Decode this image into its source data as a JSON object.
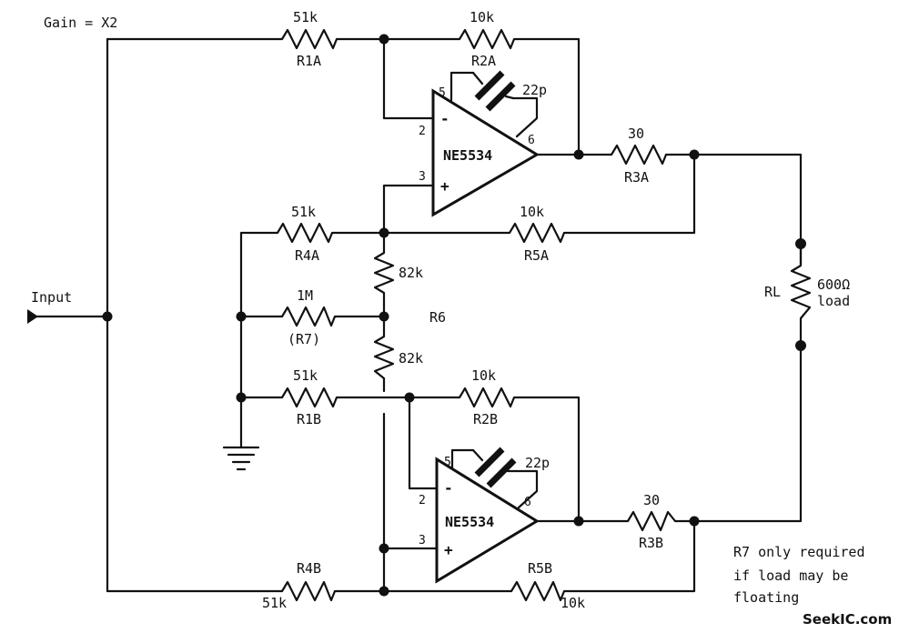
{
  "gain_label": "Gain = X2",
  "input_label": "Input",
  "opamp_a": {
    "name": "NE5534",
    "pin_5": "5",
    "pin_2": "2",
    "pin_3": "3",
    "pin_6": "6",
    "minus": "-",
    "plus": "+"
  },
  "opamp_b": {
    "name": "NE5534",
    "pin_5": "5",
    "pin_2": "2",
    "pin_3": "3",
    "pin_6": "6",
    "minus": "-",
    "plus": "+"
  },
  "r1a": {
    "value": "51k",
    "name": "R1A"
  },
  "r2a": {
    "value": "10k",
    "name": "R2A"
  },
  "c_a": {
    "value": "22p"
  },
  "r3a": {
    "value": "30",
    "name": "R3A"
  },
  "r4a": {
    "value": "51k",
    "name": "R4A"
  },
  "r5a": {
    "value": "10k",
    "name": "R5A"
  },
  "r6": {
    "upper_value": "82k",
    "lower_value": "82k",
    "name": "R6"
  },
  "r7": {
    "value": "1M",
    "name": "(R7)"
  },
  "r1b": {
    "value": "51k",
    "name": "R1B"
  },
  "r2b": {
    "value": "10k",
    "name": "R2B"
  },
  "c_b": {
    "value": "22p"
  },
  "r3b": {
    "value": "30",
    "name": "R3B"
  },
  "r4b": {
    "value": "51k",
    "name": "R4B"
  },
  "r5b": {
    "value": "10k",
    "name": "R5B"
  },
  "rl": {
    "name": "RL",
    "value": "600Ω",
    "load": "load"
  },
  "note": {
    "line1": "R7 only required",
    "line2": "if load may be",
    "line3": "floating"
  },
  "watermark": "SeekIC.com"
}
